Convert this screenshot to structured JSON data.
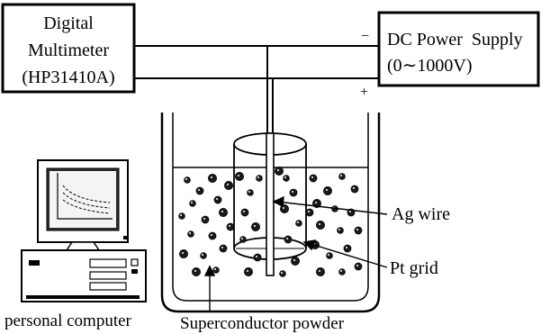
{
  "multimeter": {
    "line1": "Digital",
    "line2": "Multimeter",
    "line3": "(HP31410A)"
  },
  "power_supply": {
    "line1": "DC Power  Supply",
    "line2": "(0∼1000V)"
  },
  "polarity": {
    "negative": "−",
    "positive": "+"
  },
  "labels": {
    "ag_wire": "Ag wire",
    "pt_grid": "Pt grid",
    "computer": "personal computer",
    "powder": "Superconductor powder"
  },
  "icons": {
    "computer": "desktop-computer-icon"
  },
  "colors": {
    "ink": "#000000",
    "paper": "#ffffff",
    "screen": "#2b2b2b"
  }
}
